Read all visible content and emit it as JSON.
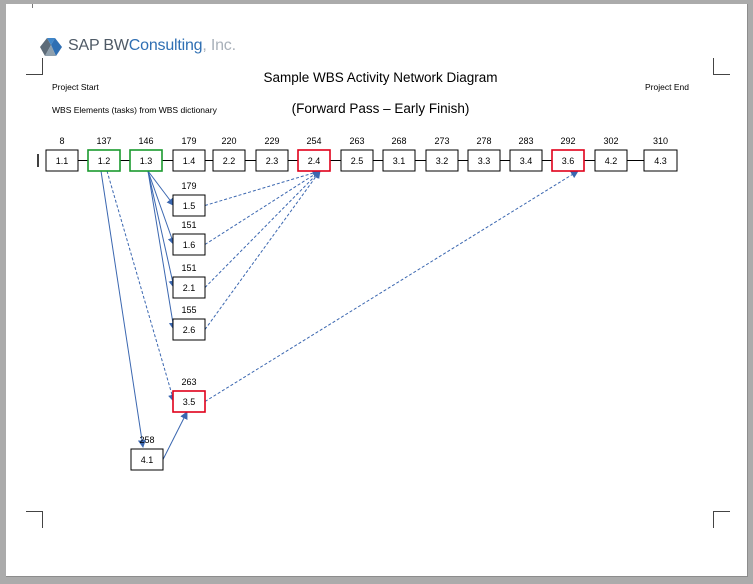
{
  "logo": {
    "brand": "SAP",
    "name_part1": "BW",
    "name_part2": "Consulting",
    "suffix": ", Inc."
  },
  "header": {
    "title": "Sample WBS Activity Network Diagram",
    "subtitle": "(Forward Pass – Early Finish)",
    "project_start": "Project Start",
    "project_end": "Project End",
    "wbs_source": "WBS Elements (tasks) from WBS dictionary"
  },
  "colors": {
    "node_border": "#000000",
    "critical_border": "#e0001a",
    "milestone_border": "#1a9a2e",
    "arrow": "#3b67b0",
    "connector": "#000000"
  },
  "main_sequence": [
    {
      "id": "1.1",
      "finish": "8",
      "status": "normal"
    },
    {
      "id": "1.2",
      "finish": "137",
      "status": "milestone"
    },
    {
      "id": "1.3",
      "finish": "146",
      "status": "milestone"
    },
    {
      "id": "1.4",
      "finish": "179",
      "status": "normal"
    },
    {
      "id": "2.2",
      "finish": "220",
      "status": "normal"
    },
    {
      "id": "2.3",
      "finish": "229",
      "status": "normal"
    },
    {
      "id": "2.4",
      "finish": "254",
      "status": "critical"
    },
    {
      "id": "2.5",
      "finish": "263",
      "status": "normal"
    },
    {
      "id": "3.1",
      "finish": "268",
      "status": "normal"
    },
    {
      "id": "3.2",
      "finish": "273",
      "status": "normal"
    },
    {
      "id": "3.3",
      "finish": "278",
      "status": "normal"
    },
    {
      "id": "3.4",
      "finish": "283",
      "status": "normal"
    },
    {
      "id": "3.6",
      "finish": "292",
      "status": "critical"
    },
    {
      "id": "4.2",
      "finish": "302",
      "status": "normal"
    },
    {
      "id": "4.3",
      "finish": "310",
      "status": "normal"
    }
  ],
  "branch_nodes": [
    {
      "id": "1.5",
      "finish": "179",
      "status": "normal"
    },
    {
      "id": "1.6",
      "finish": "151",
      "status": "normal"
    },
    {
      "id": "2.1",
      "finish": "151",
      "status": "normal"
    },
    {
      "id": "2.6",
      "finish": "155",
      "status": "normal"
    },
    {
      "id": "3.5",
      "finish": "263",
      "status": "critical"
    },
    {
      "id": "4.1",
      "finish": "258",
      "status": "normal"
    }
  ],
  "links": [
    {
      "from": "1.3",
      "to": "1.5",
      "style": "solid"
    },
    {
      "from": "1.3",
      "to": "1.6",
      "style": "solid"
    },
    {
      "from": "1.3",
      "to": "2.1",
      "style": "solid"
    },
    {
      "from": "1.3",
      "to": "2.6",
      "style": "solid"
    },
    {
      "from": "1.5",
      "to": "2.4",
      "style": "dashed"
    },
    {
      "from": "1.6",
      "to": "2.4",
      "style": "dashed"
    },
    {
      "from": "2.1",
      "to": "2.4",
      "style": "dashed"
    },
    {
      "from": "2.6",
      "to": "2.4",
      "style": "dashed"
    },
    {
      "from": "1.2",
      "to": "3.5",
      "style": "dashed"
    },
    {
      "from": "1.2",
      "to": "4.1",
      "style": "solid"
    },
    {
      "from": "4.1",
      "to": "3.5",
      "style": "solid"
    },
    {
      "from": "3.5",
      "to": "3.6",
      "style": "dashed"
    }
  ]
}
